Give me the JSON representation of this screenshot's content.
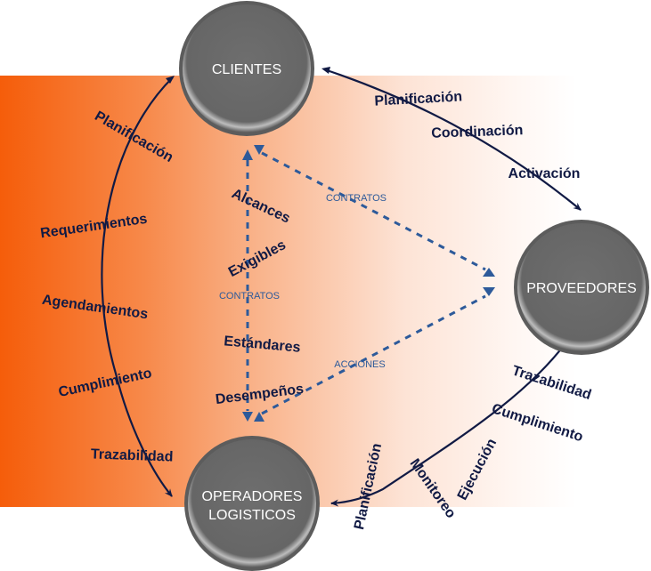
{
  "diagram": {
    "colors": {
      "node_fill": "#6b6b6b",
      "node_ring": "#8a8a8a",
      "arrow_dark": "#111a44",
      "arrow_blue": "#2d5a9a",
      "bg_gradient_start": "#f55d0a",
      "bg_gradient_end": "#ffffff"
    },
    "nodes": [
      {
        "id": "clientes",
        "label_lines": [
          "CLIENTES"
        ]
      },
      {
        "id": "proveedores",
        "label_lines": [
          "PROVEEDORES"
        ]
      },
      {
        "id": "operadores",
        "label_lines": [
          "OPERADORES",
          "LOGISTICOS"
        ]
      }
    ],
    "edges": {
      "operadores_to_clientes": {
        "direction": "operadores -> clientes (both ends arrowed)",
        "labels": [
          "Planificación",
          "Requerimientos",
          "Agendamientos",
          "Cumplimiento",
          "Trazabilidad"
        ]
      },
      "clientes_to_proveedores": {
        "direction": "clientes <-> proveedores",
        "labels": [
          "Planificación",
          "Coordinación",
          "Activación"
        ]
      },
      "proveedores_to_operadores": {
        "direction": "operadores <-> proveedores",
        "labels": [
          "Trazabilidad",
          "Cumplimiento",
          "Ejecución",
          "Monitoreo",
          "Planificación"
        ]
      },
      "dashed_vertical": {
        "direction": "clientes <-> operadores (dashed)",
        "tag": "CONTRATOS",
        "labels": [
          "Alcances",
          "Exigibles",
          "Estándares",
          "Desempeños"
        ]
      },
      "dashed_clientes_proveedores": {
        "direction": "clientes <-> proveedores (dashed)",
        "tag": "CONTRATOS"
      },
      "dashed_operadores_proveedores": {
        "direction": "operadores <-> proveedores (dashed)",
        "tag": "ACCIONES"
      }
    }
  }
}
